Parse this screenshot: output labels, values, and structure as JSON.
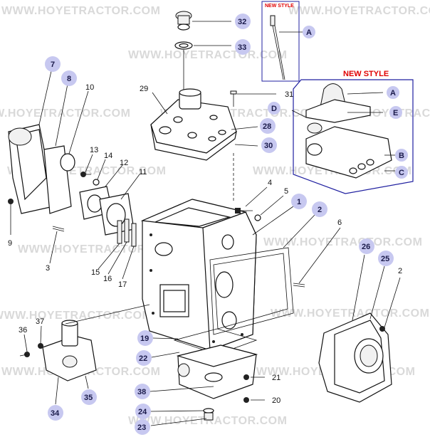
{
  "watermark": "WWW.HOYETRACTOR.COM",
  "new_style_small": "NEW STYLE",
  "new_style_large": "NEW STYLE",
  "accent": "#c7c8f0",
  "box_color": "#2020a0",
  "labels": {
    "l32": "32",
    "l33": "33",
    "l29": "29",
    "l31": "31",
    "l28": "28",
    "l30": "30",
    "l7": "7",
    "l8": "8",
    "l10": "10",
    "l13": "13",
    "l14": "14",
    "l12": "12",
    "l11": "11",
    "l9": "9",
    "l3": "3",
    "l15": "15",
    "l16": "16",
    "l17": "17",
    "l4": "4",
    "l5": "5",
    "l1": "1",
    "l2a": "2",
    "l6": "6",
    "l26": "26",
    "l25": "25",
    "l2b": "2",
    "l37": "37",
    "l36": "36",
    "l35": "35",
    "l34": "34",
    "l19": "19",
    "l22": "22",
    "l21": "21",
    "l38": "38",
    "l20": "20",
    "l24": "24",
    "l23": "23",
    "lA1": "A",
    "lA2": "A",
    "lD": "D",
    "lE": "E",
    "lB": "B",
    "lC": "C"
  }
}
